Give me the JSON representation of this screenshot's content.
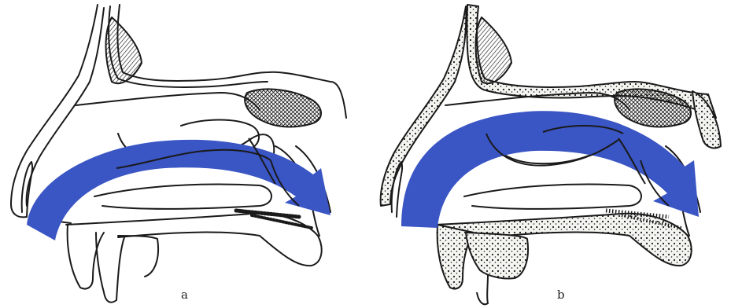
{
  "panels": [
    {
      "id": "a",
      "label": "a",
      "airflow": "lower-narrow"
    },
    {
      "id": "b",
      "label": "b",
      "airflow": "upper-wide"
    }
  ],
  "colors": {
    "airflow": "#3a55c4",
    "line": "#1a1a1a",
    "bone_fill": "#f4f4f0"
  }
}
